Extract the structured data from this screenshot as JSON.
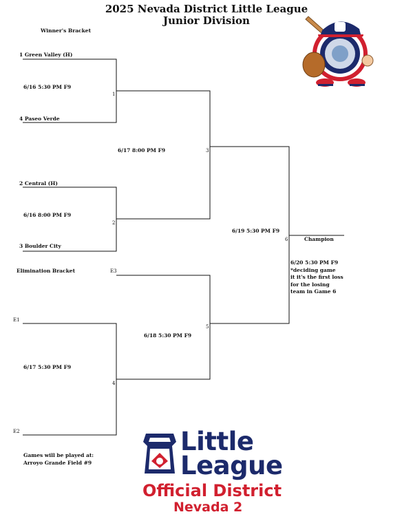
{
  "header": {
    "title_line1": "2025 Nevada District Little League",
    "title_line2": "Junior Division"
  },
  "sections": {
    "winners": "Winner's Bracket",
    "elimination": "Elimination Bracket"
  },
  "teams": {
    "t1": "1  Green Valley (H)",
    "t4": "4  Paseo Verde",
    "t2": "2  Central (H)",
    "t3": "3  Boulder City",
    "e1": "E1",
    "e2": "E2",
    "e3": "E3"
  },
  "games": {
    "g1": {
      "time": "6/16 5:30 PM F9",
      "num": "1"
    },
    "g2": {
      "time": "6/16 8:00 PM F9",
      "num": "2"
    },
    "g3": {
      "time": "6/17 8:00 PM F9",
      "num": "3"
    },
    "g4": {
      "time": "6/17 5:30 PM F9",
      "num": "4"
    },
    "g5": {
      "time": "6/18 5:30 PM F9",
      "num": "5"
    },
    "g6": {
      "time": "6/19 5:30 PM F9",
      "num": "6"
    }
  },
  "champion": "Champion",
  "game7_note": {
    "line1": "6/20 5:30 PM F9",
    "line2": "*deciding game",
    "line3": "it it's the first loss",
    "line4": "for the losing",
    "line5": "team in Game 6"
  },
  "venue": {
    "line1": "Games will be played at:",
    "line2": "Arroyo Grande Field #9"
  },
  "logo": {
    "word1": "Little",
    "word2": "League",
    "word3": "Official District",
    "word4": "Nevada 2"
  },
  "colors": {
    "navy": "#1c2a6b",
    "red": "#d1202f",
    "line": "#111111"
  }
}
